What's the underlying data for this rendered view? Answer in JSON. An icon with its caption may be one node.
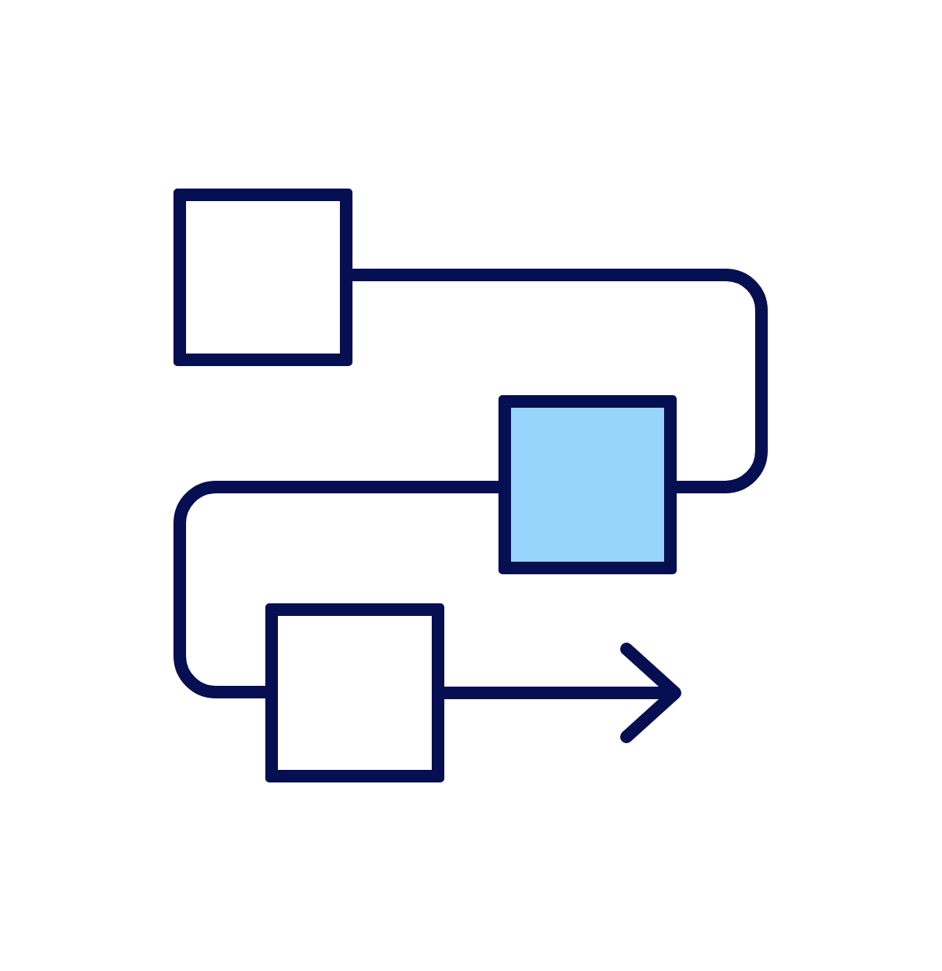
{
  "diagram": {
    "nodes": [
      {
        "text": [],
        "shape": "box"
      },
      {
        "text": [],
        "shape": "box"
      },
      {
        "text": [],
        "shape": "box"
      }
    ],
    "edges": [
      {
        "from": 0,
        "to": 1,
        "arrow": "none"
      },
      {
        "from": 1,
        "to": 2,
        "arrow": "none"
      },
      {
        "from": 2,
        "to": null,
        "arrow": "to"
      }
    ]
  }
}
